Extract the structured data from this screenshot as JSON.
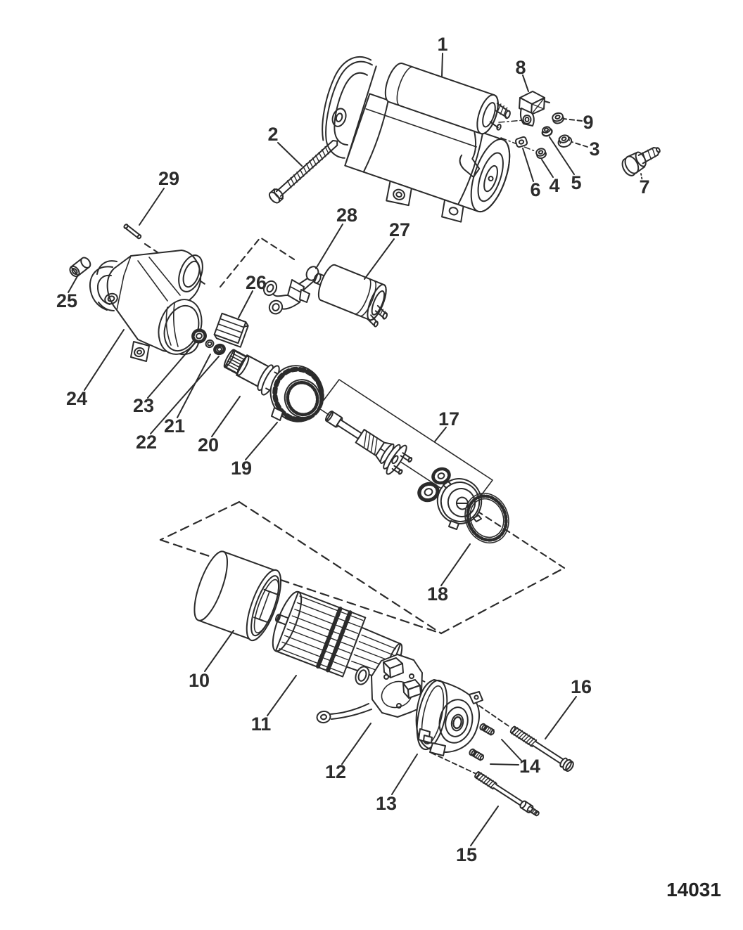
{
  "figure": {
    "id_label": "14031"
  },
  "colors": {
    "ink": "#2b2b2b",
    "paper": "#ffffff"
  },
  "callouts": {
    "1": "1",
    "2": "2",
    "3": "3",
    "4": "4",
    "5": "5",
    "6": "6",
    "7": "7",
    "8": "8",
    "9": "9",
    "10": "10",
    "11": "11",
    "12": "12",
    "13": "13",
    "14": "14",
    "15": "15",
    "16": "16",
    "17": "17",
    "18": "18",
    "19": "19",
    "20": "20",
    "21": "21",
    "22": "22",
    "23": "23",
    "24": "24",
    "25": "25",
    "26": "26",
    "27": "27",
    "28": "28",
    "29": "29"
  }
}
